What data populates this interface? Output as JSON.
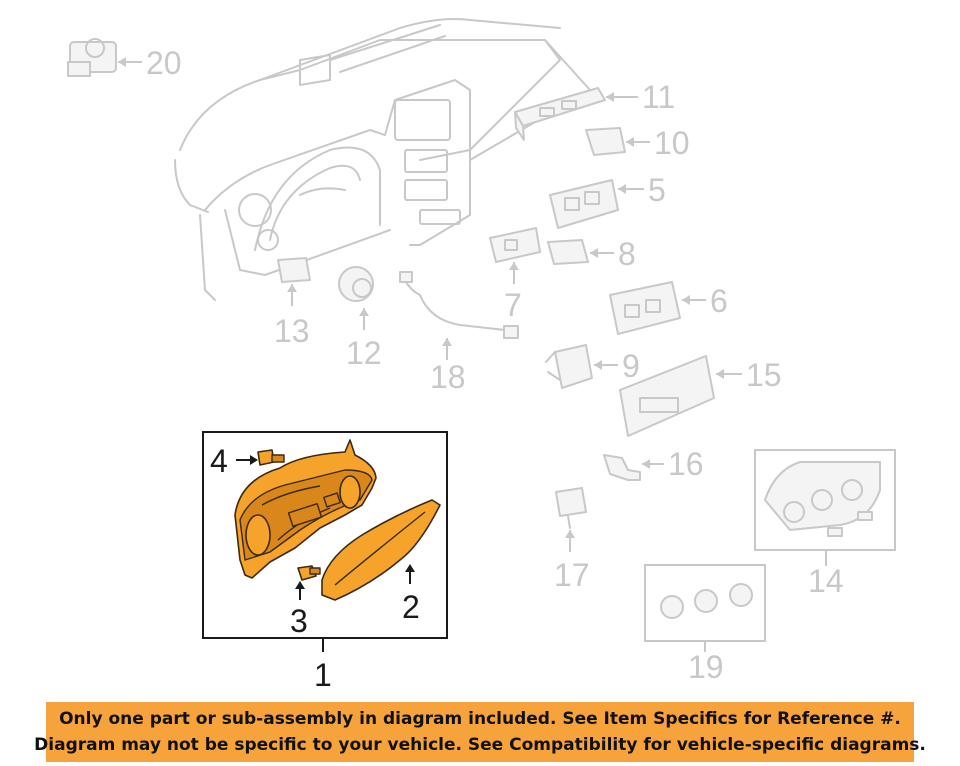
{
  "callouts": {
    "c1": "1",
    "c2": "2",
    "c3": "3",
    "c4": "4",
    "c5": "5",
    "c6": "6",
    "c7": "7",
    "c8": "8",
    "c9": "9",
    "c10": "10",
    "c11": "11",
    "c12": "12",
    "c13": "13",
    "c14": "14",
    "c15": "15",
    "c16": "16",
    "c17": "17",
    "c18": "18",
    "c19": "19",
    "c20": "20"
  },
  "banner": {
    "line1": "Only one part or sub-assembly in diagram included. See Item Specifics for Reference #.",
    "line2": "Diagram may not be specific to your vehicle. See Compatibility for vehicle-specific diagrams."
  },
  "colors": {
    "highlight": "#f5a32b",
    "banner": "#f5a33a",
    "ghost": "#c8c8c8"
  }
}
